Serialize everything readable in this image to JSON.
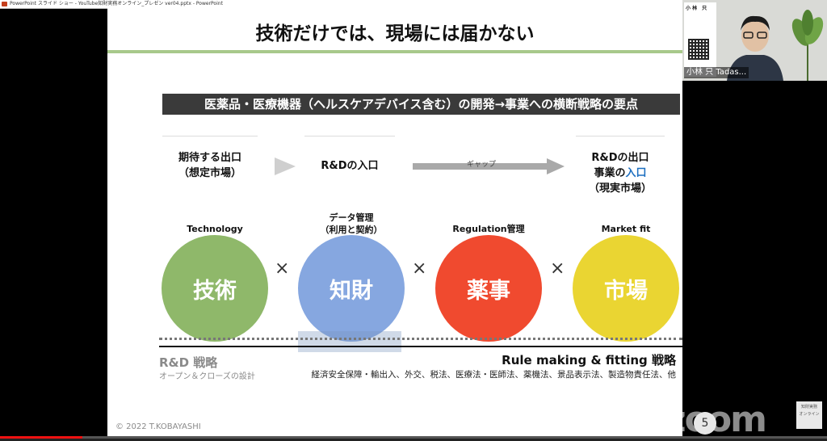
{
  "app": {
    "title": "PowerPoint スライド ショー - YouTube知財実務オンライン_プレゼン ver04.pptx - PowerPoint"
  },
  "slide": {
    "title": "技術だけでは、現場には届かない",
    "banner": "医薬品・医療機器（ヘルスケアデバイス含む）の開発→事業への横断戦略の要点",
    "flow": {
      "start_line1": "期待する出口",
      "start_line2": "（想定市場）",
      "middle": "R&Dの入口",
      "gap_label": "ギャップ",
      "end_line1": "R&Dの出口",
      "end_line2_prefix": "事業の",
      "end_line2_accent": "入口",
      "end_line3": "（現実市場）"
    },
    "circles": [
      {
        "label": "Technology",
        "text": "技術",
        "color": "#8fb86a"
      },
      {
        "label_line1": "データ管理",
        "label_line2": "（利用と契約）",
        "text": "知財",
        "color": "#86a7e0"
      },
      {
        "label": "Regulation管理",
        "text": "薬事",
        "color": "#f04a2f"
      },
      {
        "label": "Market fit",
        "text": "市場",
        "color": "#ead532"
      }
    ],
    "times_symbol": "×",
    "bottom": {
      "rd_label": "R&D 戦略",
      "rd_sub": "オープン＆クローズの設計",
      "rule_label": "Rule making & fitting 戦略",
      "rule_sub": "経済安全保障・輸出入、外交、税法、医療法・医師法、薬機法、景品表示法、製造物責任法、他"
    },
    "copyright": "© 2022 T.KOBAYASHI"
  },
  "video": {
    "name": "小林 只 Tadas...",
    "card_name": "小 林　只"
  },
  "zoom": {
    "logo": "zoom",
    "page_number": "5",
    "badge_line1": "知財実務",
    "badge_line2": "オンライン"
  },
  "playback": {
    "progress": 0.1
  },
  "colors": {
    "title_underline": "#a8c98b",
    "accent_blue": "#1d6fc0"
  }
}
